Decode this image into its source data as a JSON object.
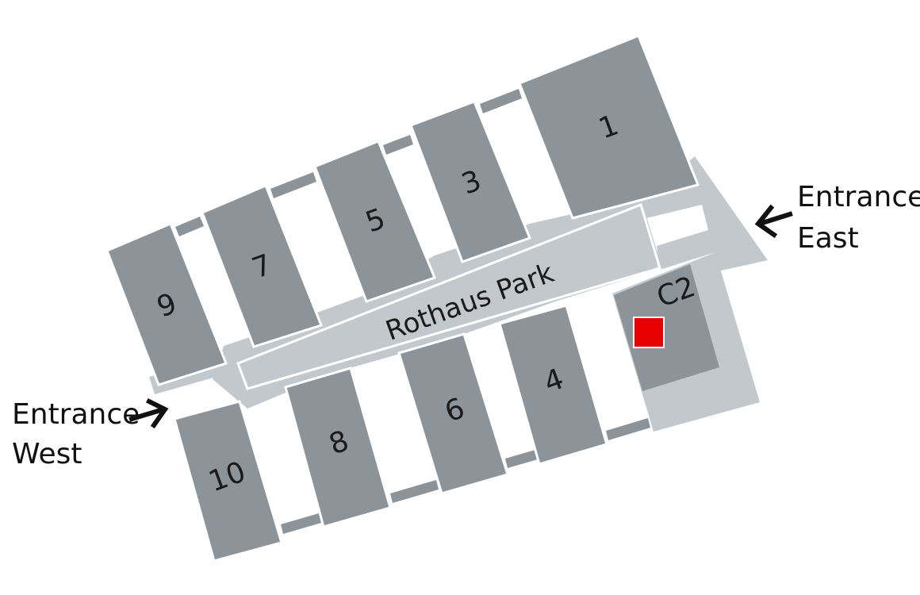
{
  "map": {
    "park_label": "Rothaus Park",
    "entrance_east": {
      "line1": "Entrance",
      "line2": "East"
    },
    "entrance_west": {
      "line1": "Entrance",
      "line2": "West"
    },
    "halls": {
      "h1": "1",
      "h3": "3",
      "h5": "5",
      "h7": "7",
      "h9": "9",
      "h10": "10",
      "h8": "8",
      "h6": "6",
      "h4": "4",
      "c2": "C2"
    },
    "marker_hall": "C2"
  },
  "colors": {
    "hall": "#8c949a",
    "path": "#c3c8cc",
    "marker": "#e60000"
  }
}
